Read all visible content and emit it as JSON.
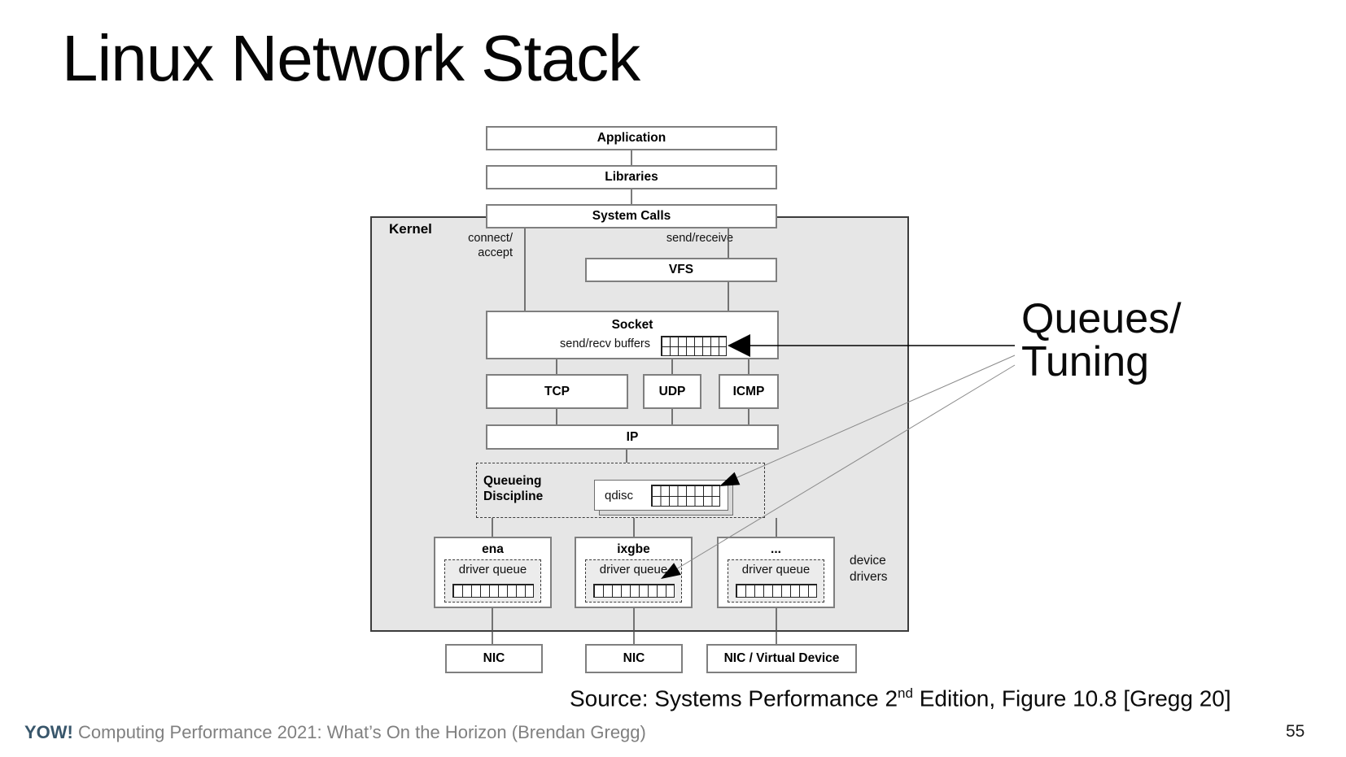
{
  "title": "Linux Network Stack",
  "diagram": {
    "kernel_label": "Kernel",
    "stack": {
      "application": "Application",
      "libraries": "Libraries",
      "system_calls": "System Calls",
      "vfs": "VFS",
      "socket": "Socket",
      "socket_buffers_label": "send/recv buffers",
      "tcp": "TCP",
      "udp": "UDP",
      "icmp": "ICMP",
      "ip": "IP"
    },
    "edge_labels": {
      "connect_line1": "connect/",
      "connect_line2": "accept",
      "send_receive": "send/receive"
    },
    "queueing": {
      "label_line1": "Queueing",
      "label_line2": "Discipline",
      "qdisc_label": "qdisc"
    },
    "drivers": [
      {
        "name": "ena",
        "queue_label": "driver queue"
      },
      {
        "name": "ixgbe",
        "queue_label": "driver queue"
      },
      {
        "name": "...",
        "queue_label": "driver queue"
      }
    ],
    "device_drivers_line1": "device",
    "device_drivers_line2": "drivers",
    "nics": [
      "NIC",
      "NIC",
      "NIC / Virtual Device"
    ],
    "annotation": {
      "line1": "Queues/",
      "line2": "Tuning"
    }
  },
  "source": {
    "prefix": "Source: Systems Performance 2",
    "superscript": "nd",
    "suffix": " Edition, Figure 10.8 [Gregg 20]"
  },
  "footer": {
    "brand": "YOW!",
    "text": "Computing Performance 2021: What’s On the Horizon (Brendan Gregg)",
    "page_number": "55"
  },
  "colors": {
    "kernel_fill": "#e6e6e6",
    "box_border": "#7f7f7f",
    "brand_navy": "#38566b",
    "footer_gray": "#808080"
  }
}
